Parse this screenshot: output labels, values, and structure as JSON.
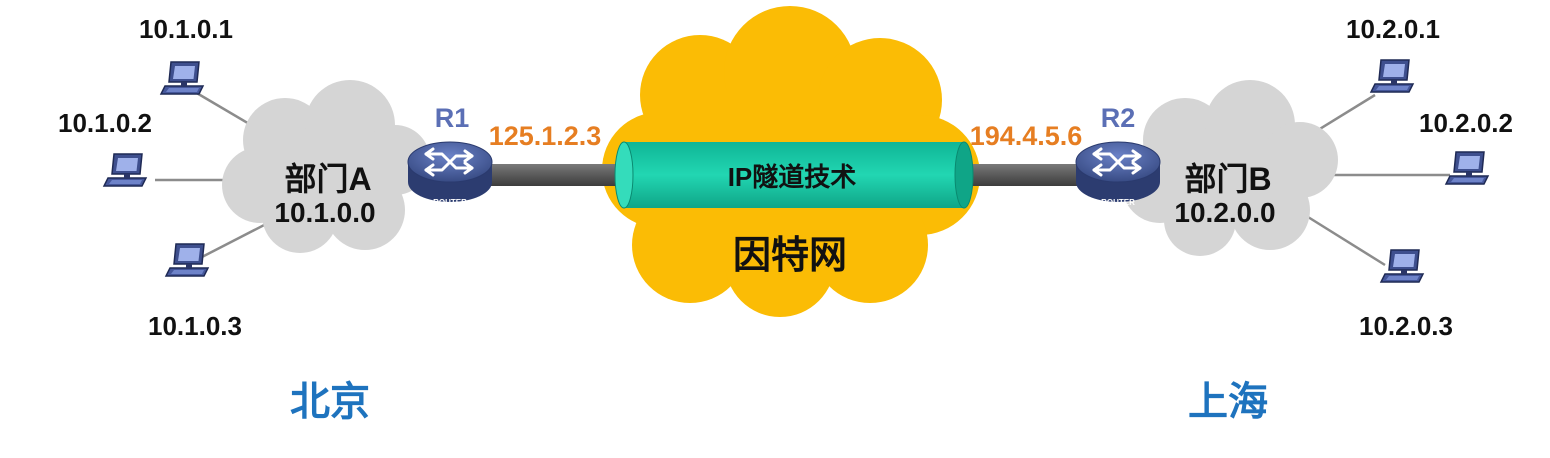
{
  "title": "",
  "colors": {
    "cloud_gray": "#d5d5d5",
    "cloud_yellow": "#fbbc05",
    "tunnel": "#16c9a4",
    "router": "#4a5fa0",
    "ip_orange": "#e67e22",
    "router_label": "#5b6fb5",
    "city_blue": "#1e73be",
    "text_black": "#111111"
  },
  "left": {
    "city": "北京",
    "dept_name": "部门A",
    "dept_net": "10.1.0.0",
    "hosts": [
      "10.1.0.1",
      "10.1.0.2",
      "10.1.0.3"
    ],
    "router": {
      "name": "R1",
      "badge": "ROUTER",
      "ip": "125.1.2.3"
    }
  },
  "right": {
    "city": "上海",
    "dept_name": "部门B",
    "dept_net": "10.2.0.0",
    "hosts": [
      "10.2.0.1",
      "10.2.0.2",
      "10.2.0.3"
    ],
    "router": {
      "name": "R2",
      "badge": "ROUTER",
      "ip": "194.4.5.6"
    }
  },
  "internet": {
    "name": "因特网",
    "tunnel_label": "IP隧道技术"
  },
  "icons": {
    "host": "computer-icon",
    "router": "router-icon",
    "network": "cloud-icon"
  }
}
